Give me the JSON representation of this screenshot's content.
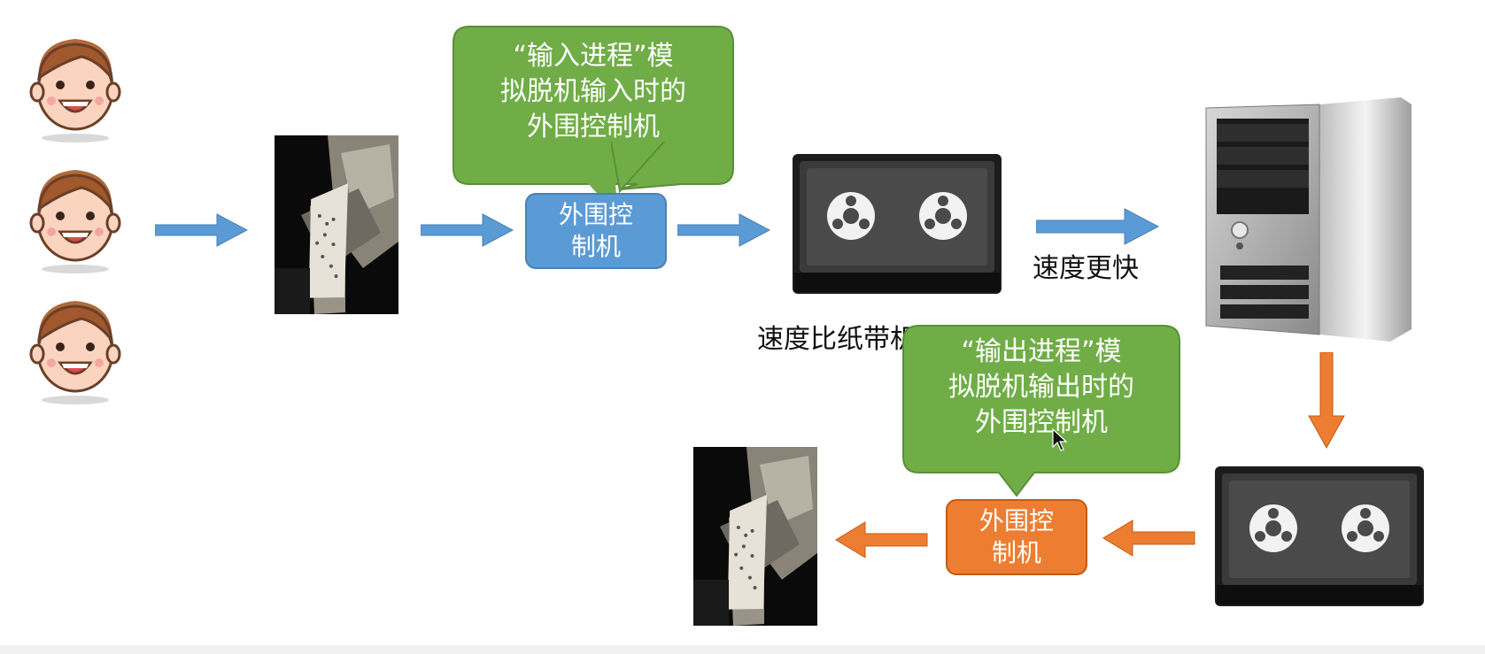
{
  "input_side": {
    "bubble_text_lines": [
      "“输入进程”模",
      "拟脱机输入时的",
      "外围控制机"
    ],
    "controller_label_lines": [
      "外围控",
      "制机"
    ],
    "speed_label": "速度更快",
    "tape_label": "速度比纸带机快很多"
  },
  "output_side": {
    "bubble_text_lines": [
      "“输出进程”模",
      "拟脱机输出时的",
      "外围控制机"
    ],
    "controller_label_lines": [
      "外围控",
      "制机"
    ]
  },
  "icons": {
    "user": "smiling-face-icon",
    "tape_reader": "paper-tape-reader-photo",
    "tape_drive": "magnetic-tape-drive-icon",
    "computer": "computer-tower-icon",
    "cursor": "mouse-cursor-icon"
  },
  "colors": {
    "blue_box": "#5b9bd5",
    "orange_box": "#ed7d31",
    "bubble_green": "#70ad47",
    "blue_arrow": "#5b9bd5",
    "orange_arrow": "#ed7d31"
  }
}
